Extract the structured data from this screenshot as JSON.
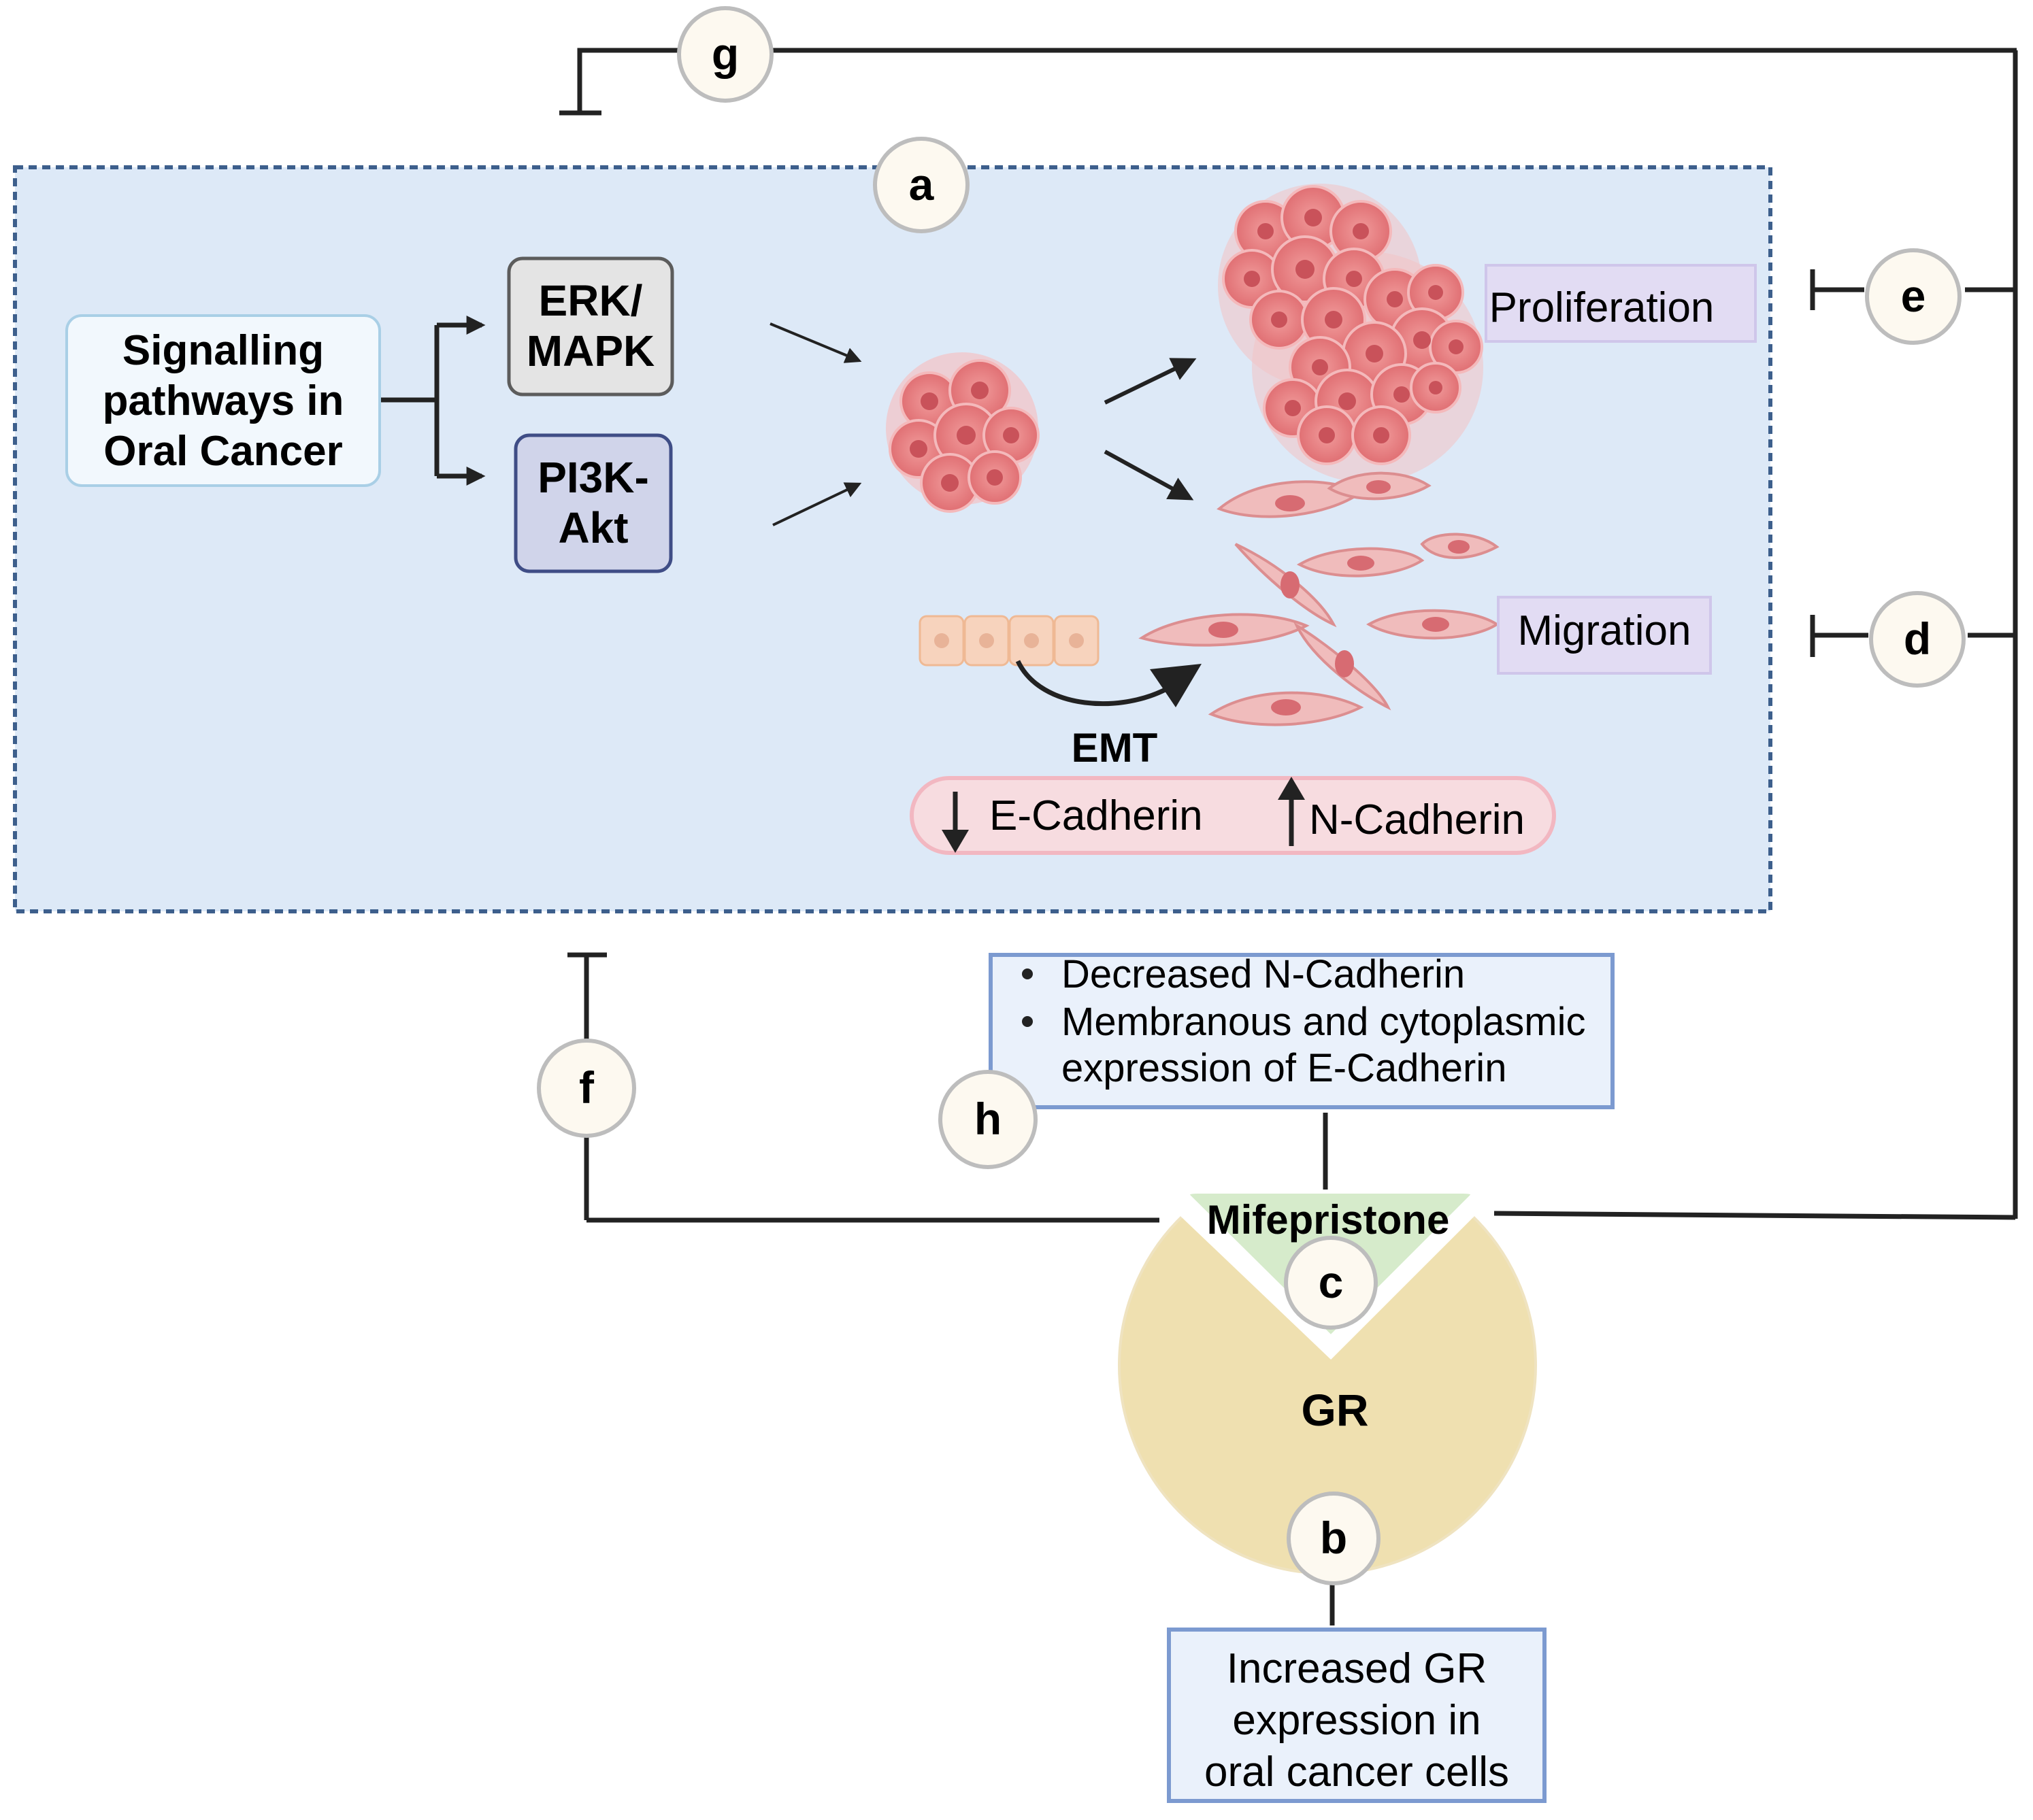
{
  "signalling_box": {
    "line1": "Signalling",
    "line2": "pathways in",
    "line3": "Oral Cancer"
  },
  "erk_box": {
    "line1": "ERK/",
    "line2": "MAPK"
  },
  "pi3k_box": {
    "line1": "PI3K-",
    "line2": "Akt"
  },
  "outcomes": {
    "proliferation": "Proliferation",
    "migration": "Migration"
  },
  "emt": {
    "label": "EMT",
    "e_cadherin": "E-Cadherin",
    "n_cadherin": "N-Cadherin"
  },
  "effects_box": {
    "bullet1": "Decreased N-Cadherin",
    "bullet2_line1": "Membranous and cytoplasmic",
    "bullet2_line2": "expression of E-Cadherin"
  },
  "drug": {
    "name": "Mifepristone"
  },
  "receptor": {
    "name": "GR"
  },
  "gr_box": {
    "line1": "Increased GR",
    "line2": "expression in",
    "line3": "oral cancer cells"
  },
  "markers": {
    "a": "a",
    "b": "b",
    "c": "c",
    "d": "d",
    "e": "e",
    "f": "f",
    "g": "g",
    "h": "h"
  },
  "colors": {
    "panel_fill": "#dde9f7",
    "panel_border": "#3d5f8c",
    "erk_fill": "#e4e4e4",
    "pi3k_fill": "#d0d4ea",
    "outcome_fill": "#e2dcf3",
    "cadherin_fill": "#f7dce0",
    "drug_fill": "#d6ebcb",
    "receptor_fill": "#efe0b0",
    "cell_fill": "#e98585"
  }
}
